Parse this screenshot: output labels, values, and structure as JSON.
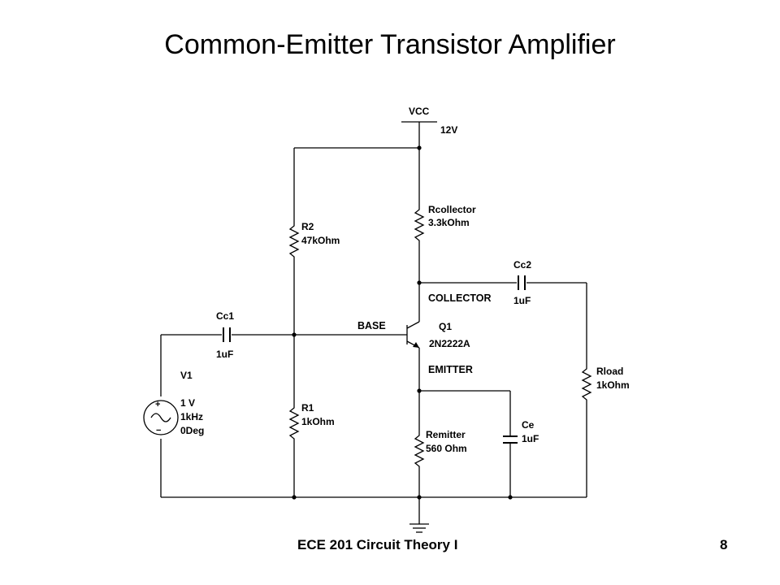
{
  "title": "Common-Emitter Transistor Amplifier",
  "footer": {
    "course": "ECE 201 Circuit Theory I",
    "page": "8"
  },
  "schematic": {
    "vcc": {
      "label": "VCC",
      "value": "12V"
    },
    "r_collector": {
      "name": "Rcollector",
      "value": "3.3kOhm"
    },
    "r2": {
      "name": "R2",
      "value": "47kOhm"
    },
    "r1": {
      "name": "R1",
      "value": "1kOhm"
    },
    "r_emitter": {
      "name": "Remitter",
      "value": "560 Ohm"
    },
    "r_load": {
      "name": "Rload",
      "value": "1kOhm"
    },
    "cc1": {
      "name": "Cc1",
      "value": "1uF"
    },
    "cc2": {
      "name": "Cc2",
      "value": "1uF"
    },
    "ce": {
      "name": "Ce",
      "value": "1uF"
    },
    "q1": {
      "name": "Q1",
      "part": "2N2222A"
    },
    "v1": {
      "name": "V1",
      "amplitude": "1 V",
      "frequency": "1kHz",
      "phase": "0Deg",
      "plus": "+",
      "minus": "−"
    },
    "nets": {
      "base": "BASE",
      "collector": "COLLECTOR",
      "emitter": "EMITTER"
    }
  }
}
